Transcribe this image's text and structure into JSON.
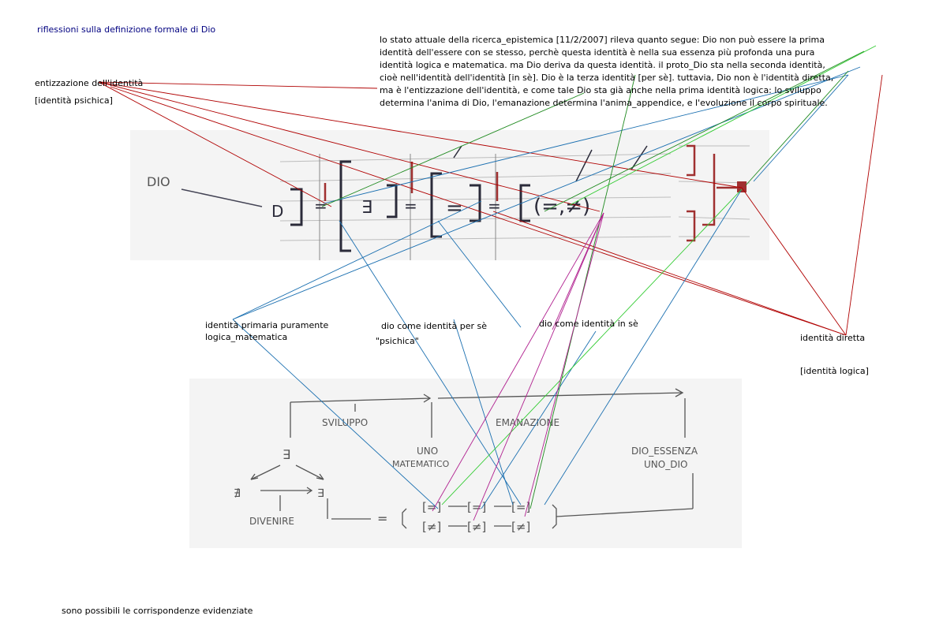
{
  "title": "riflessioni sulla definizione formale di Dio",
  "paragraph": [
    "lo stato attuale della ricerca_epistemica [11/2/2007] rileva quanto segue: Dio non può essere la prima",
    "identità dell'essere con se stesso, perchè questa identità è nella sua essenza più profonda una pura",
    "identità logica e matematica. ma Dio deriva da questa identità. il proto_Dio sta nella seconda identità,",
    "cioè nell'identità dell'identità [in sè]. Dio è la terza identità [per sè]. tuttavia, Dio non è l'identità diretta,",
    "ma è l'entizzazione dell'identità, e come tale Dio sta già anche nella prima identità logica: lo sviluppo",
    "determina l'anima di Dio, l'emanazione determina l'anima_appendice, e l'evoluzione il corpo spirituale."
  ],
  "labels": {
    "entizzazione": "entizzazione dell'identità",
    "identita_psichica_bracket": "[identità psichica]",
    "identita_primaria_1": "identità primaria puramente",
    "identita_primaria_2": "logica_matematica",
    "dio_per_se": "dio come identità per sè",
    "psichica_quoted": "\"psichica\"",
    "dio_in_se": "dio come identità in sè",
    "identita_diretta": "identità diretta",
    "identita_logica_bracket": "[identità logica]",
    "footer": "sono possibili le corrispondenze evidenziate"
  },
  "sketch_top": {
    "dio_label": "DIO",
    "d_symbol": "D",
    "exists_symbol": "∃",
    "equals_symbol": "=",
    "pair_symbol": "(=,≠)"
  },
  "sketch_bottom": {
    "sviluppo": "SVILUPPO",
    "emanazione": "EMANAZIONE",
    "uno_1": "UNO",
    "uno_2": "MATEMATICO",
    "dio_essenza": "DIO_ESSENZA",
    "uno_dio": "UNO_DIO",
    "exists": "∃",
    "not_exists": "∄",
    "divenire": "DIVENIRE",
    "eq": "=",
    "cell_eq": "[=]",
    "cell_neq": "[≠]"
  },
  "colors": {
    "title": "#000080",
    "red_line": "#b00000",
    "blue_line": "#1a6fb0",
    "green_line": "#1f8a1f",
    "lime_line": "#33cc33",
    "magenta_line": "#b0208f",
    "sketch_red": "#a03030",
    "sketch_ink": "#2b2b3a"
  }
}
